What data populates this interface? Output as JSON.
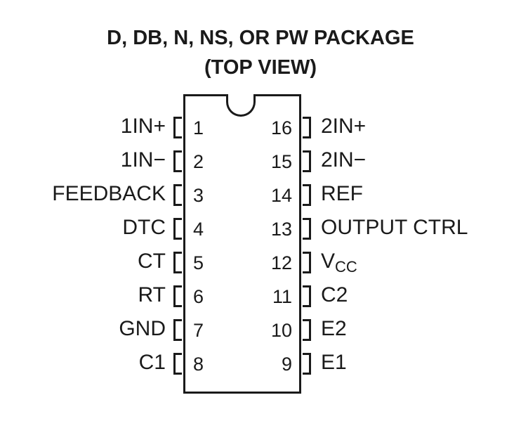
{
  "title": {
    "line1": "D, DB, N, NS, OR PW PACKAGE",
    "line2": "(TOP VIEW)"
  },
  "pins_left": [
    {
      "number": "1",
      "label": "1IN+"
    },
    {
      "number": "2",
      "label": "1IN−"
    },
    {
      "number": "3",
      "label": "FEEDBACK"
    },
    {
      "number": "4",
      "label": "DTC"
    },
    {
      "number": "5",
      "label": "CT"
    },
    {
      "number": "6",
      "label": "RT"
    },
    {
      "number": "7",
      "label": "GND"
    },
    {
      "number": "8",
      "label": "C1"
    }
  ],
  "pins_right": [
    {
      "number": "16",
      "label": "2IN+"
    },
    {
      "number": "15",
      "label": "2IN−"
    },
    {
      "number": "14",
      "label": "REF"
    },
    {
      "number": "13",
      "label": "OUTPUT CTRL"
    },
    {
      "number": "12",
      "label": "V",
      "label_sub": "CC"
    },
    {
      "number": "11",
      "label": "C2"
    },
    {
      "number": "10",
      "label": "E2"
    },
    {
      "number": "9",
      "label": "E1"
    }
  ]
}
